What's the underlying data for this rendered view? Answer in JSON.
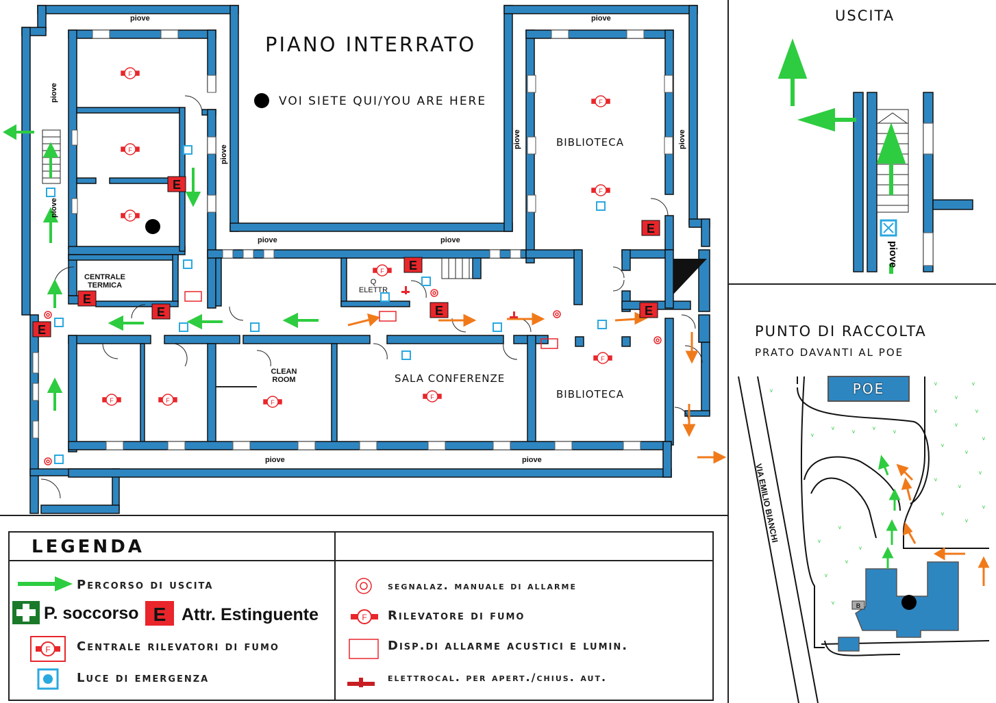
{
  "plan": {
    "title": "PIANO INTERRATO",
    "you_are_here": "VOI SIETE QUI/YOU ARE HERE",
    "rooms": {
      "biblioteca_top": "BIBLIOTECA",
      "biblioteca_bottom": "BIBLIOTECA",
      "sala_conferenze": "SALA CONFERENZE",
      "centrale_termica": "CENTRALE TERMICA",
      "clean_room": "CLEAN ROOM",
      "q_elettr": "Q ELETTR"
    },
    "piove_label": "piove",
    "extinguisher_letter": "E",
    "smoke_letter": "F"
  },
  "exit_panel": {
    "title": "USCITA",
    "piove_label": "piove"
  },
  "assembly": {
    "title": "PUNTO DI RACCOLTA",
    "subtitle": "PRATO DAVANTI AL POE",
    "building_label": "POE",
    "street_label": "VIA EMILIO BIANCHI",
    "building_letter": "B"
  },
  "legend": {
    "title": "LEGENDA",
    "items": {
      "exit_route": "Percorso di uscita",
      "first_aid": "P. soccorso",
      "extinguisher": "Attr. Estinguente",
      "smoke_center": "Centrale rilevatori di fumo",
      "emergency_light": "Luce di emergenza",
      "manual_alarm": "segnalaz. manuale di allarme",
      "smoke_detector": "Rilevatore di fumo",
      "acoustic_alarm": "Disp.di allarme acustici e lumin.",
      "electromagnet": "elettrocal. per apert./chius. aut."
    }
  },
  "colors": {
    "wall": "#2e86c1",
    "exit_arrow": "#2ecc40",
    "alt_arrow": "#f07a1a",
    "extinguisher": "#e8262b",
    "detector": "#e8262b",
    "light": "#2aa8e0"
  }
}
